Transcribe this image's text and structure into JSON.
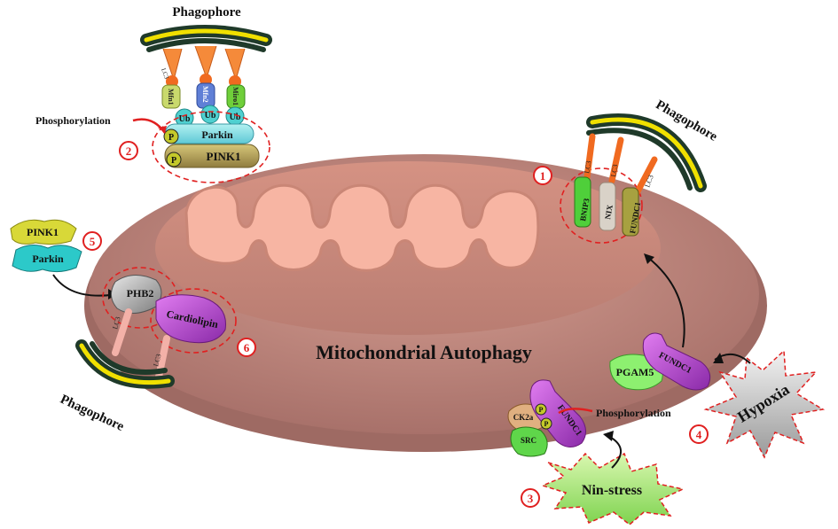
{
  "labels": {
    "title": "Mitochondrial Autophagy",
    "phagophore_top": "Phagophore",
    "phagophore_right": "Phagophore",
    "phagophore_bottom_left": "Phagophore",
    "phosphorylation_top": "Phosphorylation",
    "phosphorylation_bottom": "Phosphorylation",
    "nin_stress": "Nin-stress",
    "hypoxia": "Hypoxia"
  },
  "numbers": {
    "n1": "1",
    "n2": "2",
    "n3": "3",
    "n4": "4",
    "n5": "5",
    "n6": "6"
  },
  "proteins": {
    "lc3": "LC3",
    "ub": "Ub",
    "p": "P",
    "parkin": "Parkin",
    "pink1": "PINK1",
    "mfn1": "Mfn1",
    "mfn2": "Mfn2",
    "miro1": "Miro1",
    "bnip3": "BNIP3",
    "nix": "NIX",
    "fundc1": "FUNDC1",
    "pgam5": "PGAM5",
    "ck2a": "CK2a",
    "src": "SRC",
    "phb2": "PHB2",
    "cardiolipin": "Cardiolipin"
  },
  "colors": {
    "mito_outer": "#b98277",
    "mito_inner": "#e8a99b",
    "cristae": "#f7b8a8",
    "phagophore_dark": "#1f3a2a",
    "phagophore_yellow": "#f0e000",
    "number_red": "#e02020",
    "fundc1_purple": "#b84ad6"
  }
}
